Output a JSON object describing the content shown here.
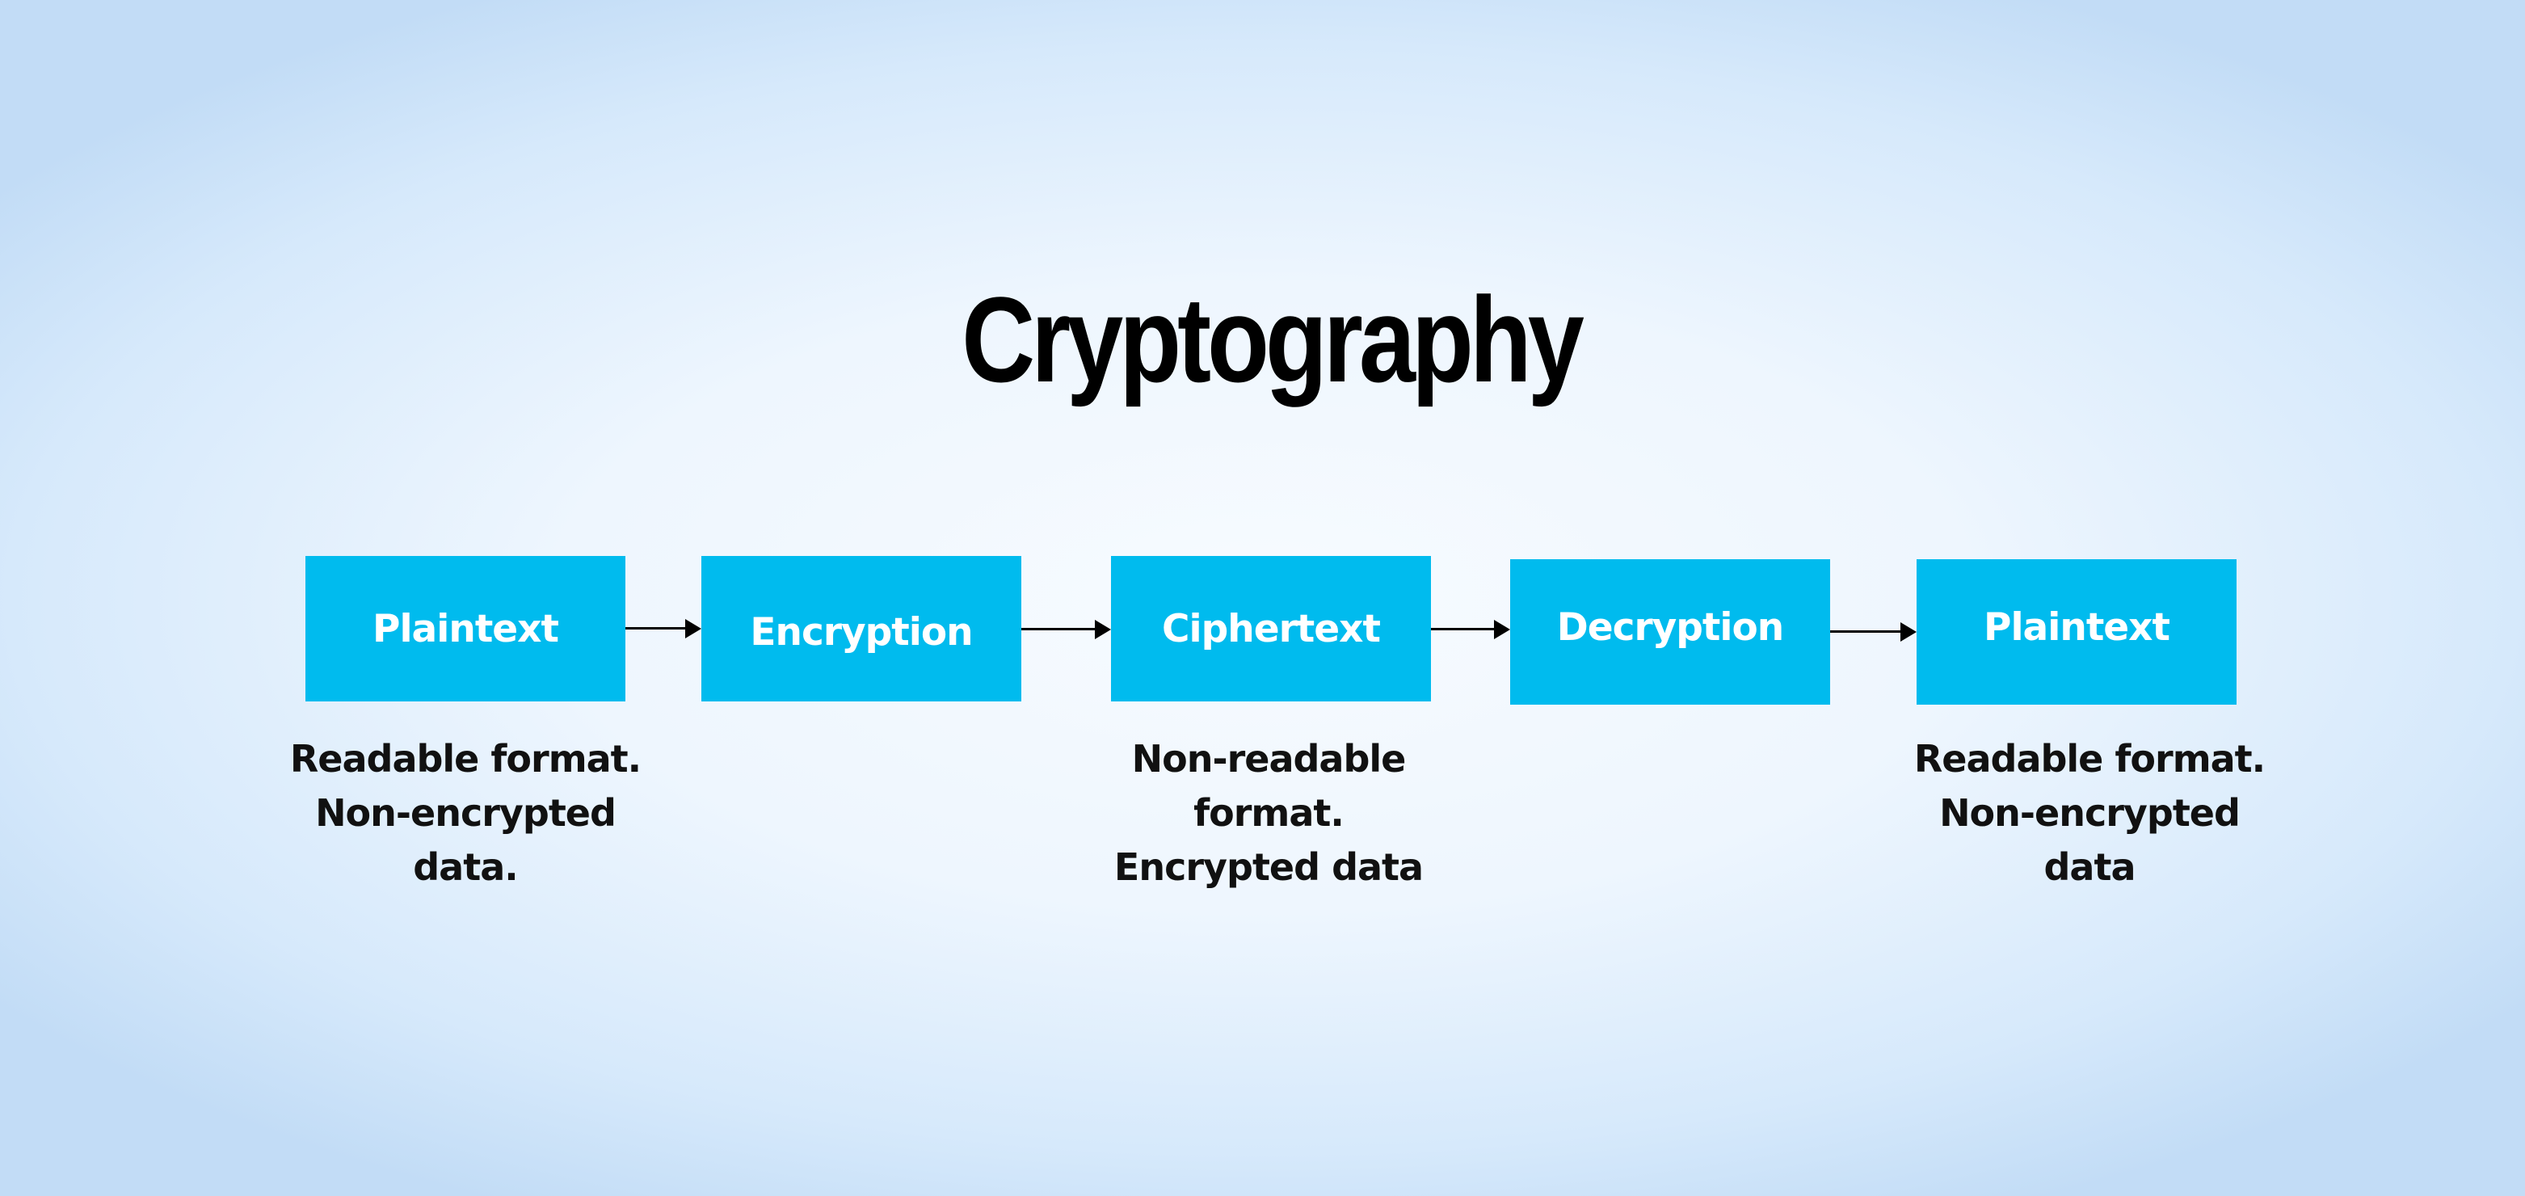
{
  "title": "Cryptography",
  "colors": {
    "box_fill": "#00bbee",
    "box_text": "#ffffff",
    "title_text": "#000000",
    "caption_text": "#111111",
    "background": "#eef6fe"
  },
  "flow": {
    "steps": [
      {
        "label": "Plaintext"
      },
      {
        "label": "Encryption"
      },
      {
        "label": "Ciphertext"
      },
      {
        "label": "Decryption"
      },
      {
        "label": "Plaintext"
      }
    ],
    "captions": {
      "plaintext_in": [
        "Readable format.",
        "Non-encrypted",
        "data."
      ],
      "ciphertext": [
        "Non-readable",
        "format.",
        "Encrypted data"
      ],
      "plaintext_out": [
        "Readable format.",
        "Non-encrypted",
        "data"
      ]
    }
  }
}
